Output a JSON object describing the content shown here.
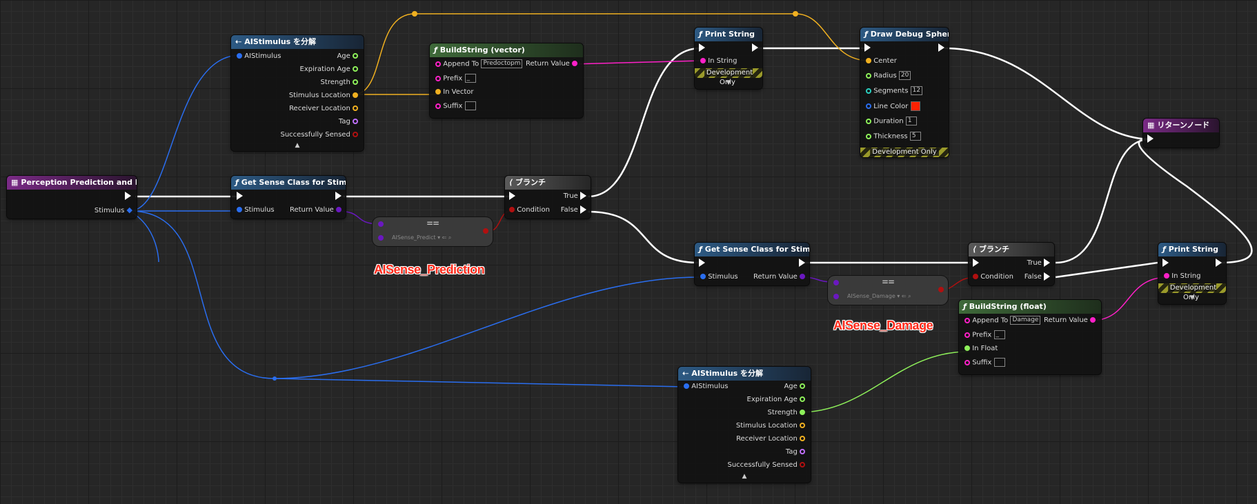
{
  "colors": {
    "exec": "#ffffff",
    "object": "#2a6ef0",
    "struct": "#f0b020",
    "vector": "#f0b020",
    "float": "#8ef05a",
    "string": "#ff20c8",
    "bool": "#b01010",
    "class": "#6a18c0",
    "name": "#c070ff",
    "color_value": "#ff2200"
  },
  "annotations": {
    "prediction": "AISense_Prediction",
    "damage": "AISense_Damage"
  },
  "nodes": {
    "event": {
      "title": "Perception Prediction and Damage",
      "stimulus": "Stimulus"
    },
    "break1": {
      "title": "AIStimulus を分解",
      "input": "AIStimulus",
      "outputs": [
        "Age",
        "Expiration Age",
        "Strength",
        "Stimulus Location",
        "Receiver Location",
        "Tag",
        "Successfully Sensed"
      ]
    },
    "getsense1": {
      "title": "Get Sense Class for Stimulus",
      "input": "Stimulus",
      "output": "Return Value"
    },
    "eq1": {
      "op": "==",
      "combo": "AISense_Predict"
    },
    "branch1": {
      "title": "ブランチ",
      "condition": "Condition",
      "true_label": "True",
      "false_label": "False"
    },
    "buildvec": {
      "title": "BuildString (vector)",
      "append": "Append To",
      "append_val": "Predoctopm",
      "prefix": "Prefix",
      "prefix_val": "_",
      "invec": "In Vector",
      "suffix": "Suffix",
      "suffix_val": "",
      "ret": "Return Value"
    },
    "print1": {
      "title": "Print String",
      "instring": "In String",
      "dev": "Development Only"
    },
    "sphere": {
      "title": "Draw Debug Sphere",
      "center": "Center",
      "radius": "Radius",
      "radius_val": "20",
      "segments": "Segments",
      "segments_val": "12",
      "linecolor": "Line Color",
      "duration": "Duration",
      "duration_val": "1",
      "thickness": "Thickness",
      "thickness_val": "5",
      "dev": "Development Only"
    },
    "ret": {
      "title": "リターンノード"
    },
    "getsense2": {
      "title": "Get Sense Class for Stimulus",
      "input": "Stimulus",
      "output": "Return Value"
    },
    "eq2": {
      "op": "==",
      "combo": "AISense_Damage"
    },
    "branch2": {
      "title": "ブランチ",
      "condition": "Condition",
      "true_label": "True",
      "false_label": "False"
    },
    "print2": {
      "title": "Print String",
      "instring": "In String",
      "dev": "Development Only"
    },
    "buildfloat": {
      "title": "BuildString (float)",
      "append": "Append To",
      "append_val": "Damage",
      "prefix": "Prefix",
      "prefix_val": "_",
      "infloat": "In Float",
      "suffix": "Suffix",
      "suffix_val": "",
      "ret": "Return Value"
    },
    "break2": {
      "title": "AIStimulus を分解",
      "input": "AIStimulus",
      "outputs": [
        "Age",
        "Expiration Age",
        "Strength",
        "Stimulus Location",
        "Receiver Location",
        "Tag",
        "Successfully Sensed"
      ]
    }
  }
}
